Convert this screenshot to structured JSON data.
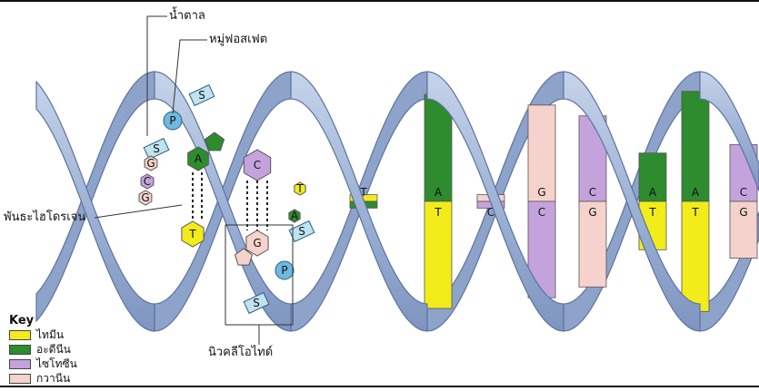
{
  "labels": {
    "sugar": "น้ำตาล",
    "phosphate": "หมู่ฟอสเฟต",
    "hydrogen_bond": "พันธะไฮโดรเจน",
    "nucleotide": "นิวคลีโอไทด์"
  },
  "molecule_letters": {
    "phosphate": "P",
    "sugar": "S"
  },
  "bases": [
    {
      "letter": "T",
      "name": "ไทมีน",
      "color": "#f2ec1a"
    },
    {
      "letter": "A",
      "name": "อะดีนีน",
      "color": "#2e8b2e"
    },
    {
      "letter": "C",
      "name": "ไซโทซีน",
      "color": "#c4a3dc"
    },
    {
      "letter": "G",
      "name": "กวานีน",
      "color": "#f5d3cc"
    }
  ],
  "key": {
    "title": "Key"
  },
  "base_pairs": [
    {
      "top": "T",
      "bottom": "A"
    },
    {
      "top": "A",
      "bottom": "T"
    },
    {
      "top": "G",
      "bottom": "C"
    },
    {
      "top": "G",
      "bottom": "C"
    },
    {
      "top": "C",
      "bottom": "G"
    },
    {
      "top": "A",
      "bottom": "T"
    },
    {
      "top": "A",
      "bottom": "T"
    },
    {
      "top": "C",
      "bottom": "G"
    }
  ],
  "detail_pairs": [
    {
      "top": "A",
      "bottom": "T"
    },
    {
      "top": "C",
      "bottom": "G"
    }
  ],
  "colors": {
    "ribbon": "#a9bcd9",
    "ribbon_dark": "#7f97bf",
    "phosphate": "#6fb8e0",
    "sugar": "#bfe3ef"
  }
}
